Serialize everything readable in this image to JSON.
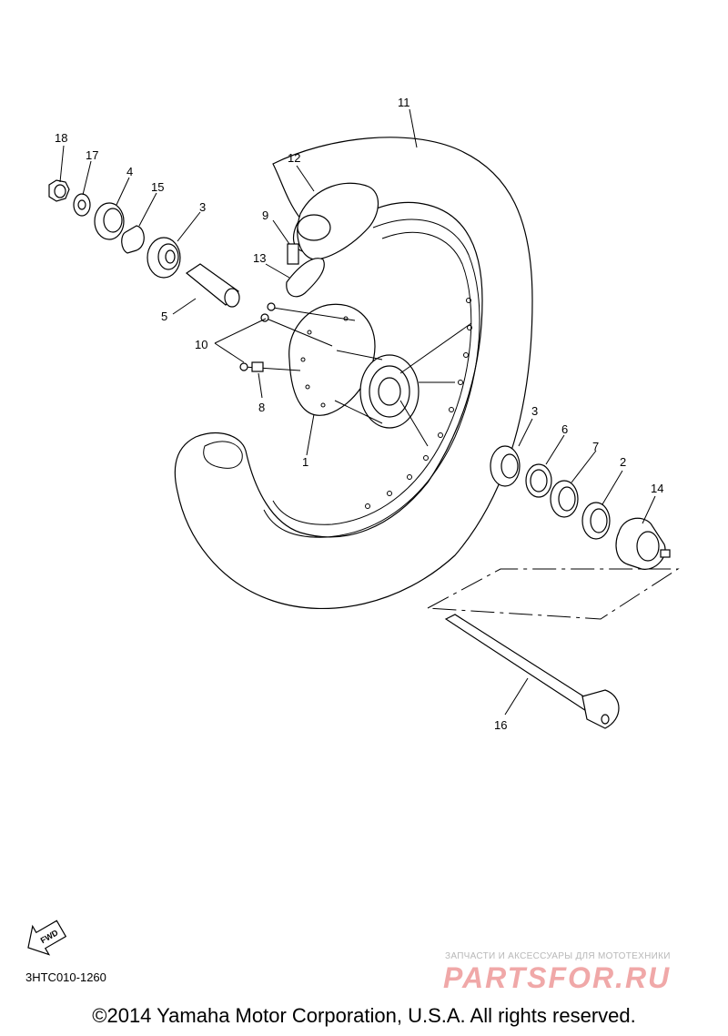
{
  "diagram": {
    "callouts": {
      "n1": "1",
      "n2": "2",
      "n3a": "3",
      "n3b": "3",
      "n4": "4",
      "n5": "5",
      "n6": "6",
      "n7": "7",
      "n8": "8",
      "n9": "9",
      "n10": "10",
      "n11": "11",
      "n12": "12",
      "n13": "13",
      "n14": "14",
      "n15": "15",
      "n16": "16",
      "n17": "17",
      "n18": "18"
    },
    "fwd_label": "FWD",
    "code": "3HTC010-1260",
    "copyright": "©2014 Yamaha Motor Corporation, U.S.A. All rights reserved."
  },
  "watermark": {
    "tagline": "ЗАПЧАСТИ И АКСЕССУАРЫ ДЛЯ МОТОТЕХНИКИ",
    "logo": "PARTSFOR.RU",
    "color": "#f0a8a8"
  }
}
